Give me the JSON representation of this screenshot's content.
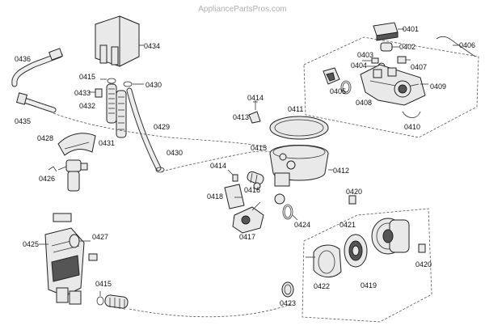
{
  "watermark": "AppliancePartsPros.com",
  "labels": {
    "p0401": "0401",
    "p0402": "0402",
    "p0403": "0403",
    "p0404": "0404",
    "p0405": "0405",
    "p0406": "0406",
    "p0407": "0407",
    "p0408": "0408",
    "p0409": "0409",
    "p0410": "0410",
    "p0411": "0411",
    "p0412": "0412",
    "p0413": "0413",
    "p0414a": "0414",
    "p0414b": "0414",
    "p0415a": "0415",
    "p0415b": "0415",
    "p0415c": "0415",
    "p0416": "0416",
    "p0417": "0417",
    "p0418": "0418",
    "p0419": "0419",
    "p0420a": "0420",
    "p0420b": "0420",
    "p0421": "0421",
    "p0422": "0422",
    "p0423": "0423",
    "p0424": "0424",
    "p0425": "0425",
    "p0426": "0426",
    "p0427": "0427",
    "p0428": "0428",
    "p0429": "0429",
    "p0430a": "0430",
    "p0430b": "0430",
    "p0431": "0431",
    "p0432": "0432",
    "p0433": "0433",
    "p0434": "0434",
    "p0435": "0435",
    "p0436": "0436"
  }
}
